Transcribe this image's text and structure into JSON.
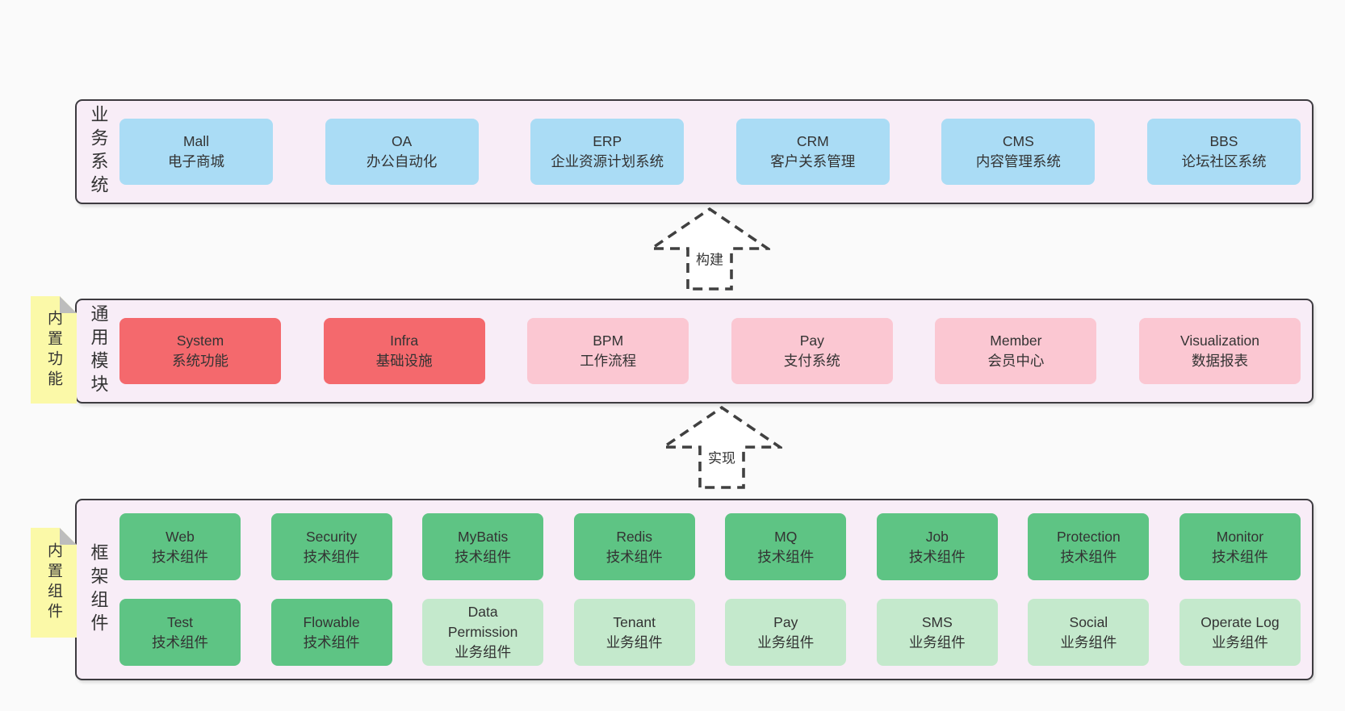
{
  "colors": {
    "page_bg": "#fafafa",
    "container_bg": "#f8edf7",
    "container_border": "#3d3b40",
    "blue": "#aadcf5",
    "red": "#f4696d",
    "pink": "#fbc7d2",
    "green_dark": "#5ec484",
    "green_light": "#c4e9cc",
    "sticky": "#fbf9a8",
    "fold": "#bdbdbd",
    "text": "#333333",
    "arrow_stroke": "#404040",
    "arrow_fill": "#ffffff"
  },
  "sections": {
    "business": {
      "label": "业务系统",
      "boxes": [
        {
          "title": "Mall",
          "subtitle": "电子商城",
          "variant": "blue"
        },
        {
          "title": "OA",
          "subtitle": "办公自动化",
          "variant": "blue"
        },
        {
          "title": "ERP",
          "subtitle": "企业资源计划系统",
          "variant": "blue"
        },
        {
          "title": "CRM",
          "subtitle": "客户关系管理",
          "variant": "blue"
        },
        {
          "title": "CMS",
          "subtitle": "内容管理系统",
          "variant": "blue"
        },
        {
          "title": "BBS",
          "subtitle": "论坛社区系统",
          "variant": "blue"
        }
      ]
    },
    "modules": {
      "label": "通用模块",
      "sticky_label": "内置功能",
      "boxes": [
        {
          "title": "System",
          "subtitle": "系统功能",
          "variant": "red"
        },
        {
          "title": "Infra",
          "subtitle": "基础设施",
          "variant": "red"
        },
        {
          "title": "BPM",
          "subtitle": "工作流程",
          "variant": "pink"
        },
        {
          "title": "Pay",
          "subtitle": "支付系统",
          "variant": "pink"
        },
        {
          "title": "Member",
          "subtitle": "会员中心",
          "variant": "pink"
        },
        {
          "title": "Visualization",
          "subtitle": "数据报表",
          "variant": "pink"
        }
      ]
    },
    "framework": {
      "label": "框架组件",
      "sticky_label": "内置组件",
      "rows": [
        [
          {
            "title": "Web",
            "subtitle": "技术组件",
            "variant": "green-dark"
          },
          {
            "title": "Security",
            "subtitle": "技术组件",
            "variant": "green-dark"
          },
          {
            "title": "MyBatis",
            "subtitle": "技术组件",
            "variant": "green-dark"
          },
          {
            "title": "Redis",
            "subtitle": "技术组件",
            "variant": "green-dark"
          },
          {
            "title": "MQ",
            "subtitle": "技术组件",
            "variant": "green-dark"
          },
          {
            "title": "Job",
            "subtitle": "技术组件",
            "variant": "green-dark"
          },
          {
            "title": "Protection",
            "subtitle": "技术组件",
            "variant": "green-dark"
          },
          {
            "title": "Monitor",
            "subtitle": "技术组件",
            "variant": "green-dark"
          }
        ],
        [
          {
            "title": "Test",
            "subtitle": "技术组件",
            "variant": "green-dark"
          },
          {
            "title": "Flowable",
            "subtitle": "技术组件",
            "variant": "green-dark"
          },
          {
            "title": "Data Permission",
            "subtitle": "业务组件",
            "variant": "green-light"
          },
          {
            "title": "Tenant",
            "subtitle": "业务组件",
            "variant": "green-light"
          },
          {
            "title": "Pay",
            "subtitle": "业务组件",
            "variant": "green-light"
          },
          {
            "title": "SMS",
            "subtitle": "业务组件",
            "variant": "green-light"
          },
          {
            "title": "Social",
            "subtitle": "业务组件",
            "variant": "green-light"
          },
          {
            "title": "Operate Log",
            "subtitle": "业务组件",
            "variant": "green-light"
          }
        ]
      ]
    }
  },
  "arrows": [
    {
      "label": "构建"
    },
    {
      "label": "实现"
    }
  ]
}
